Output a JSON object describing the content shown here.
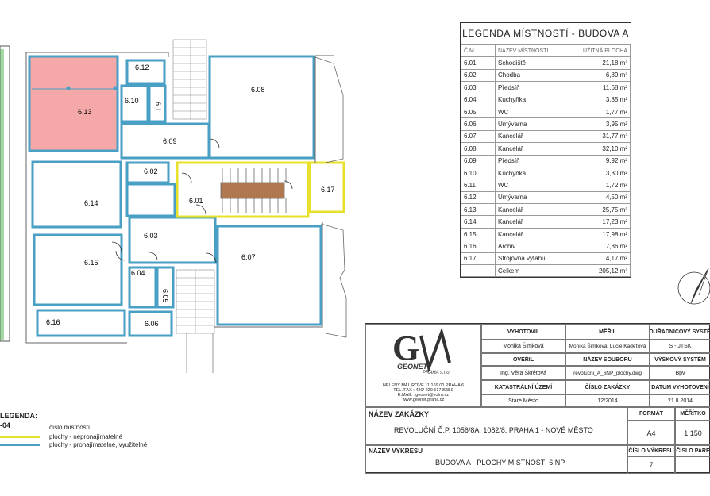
{
  "legend": {
    "title": "LEGENDA MÍSTNOSTÍ - BUDOVA A",
    "headers": [
      "Č.M.",
      "NÁZEV MÍSTNOSTI",
      "UŽITNÁ PLOCHA"
    ],
    "rows": [
      {
        "num": "6.01",
        "name": "Schodiště",
        "area": "21,18 m²"
      },
      {
        "num": "6.02",
        "name": "Chodba",
        "area": "6,89 m²"
      },
      {
        "num": "6.03",
        "name": "Předsíň",
        "area": "11,68 m²"
      },
      {
        "num": "6.04",
        "name": "Kuchyňka",
        "area": "3,85 m²"
      },
      {
        "num": "6.05",
        "name": "WC",
        "area": "1,77 m²"
      },
      {
        "num": "6.06",
        "name": "Umývarna",
        "area": "3,95 m²"
      },
      {
        "num": "6.07",
        "name": "Kancelář",
        "area": "31,77 m²"
      },
      {
        "num": "6.08",
        "name": "Kancelář",
        "area": "32,10 m²"
      },
      {
        "num": "6.09",
        "name": "Předsíň",
        "area": "9,92 m²"
      },
      {
        "num": "6.10",
        "name": "Kuchyňka",
        "area": "3,30 m²"
      },
      {
        "num": "6.11",
        "name": "WC",
        "area": "1,72 m²"
      },
      {
        "num": "6.12",
        "name": "Umývarna",
        "area": "4,50 m²"
      },
      {
        "num": "6.13",
        "name": "Kancelář",
        "area": "25,75 m²"
      },
      {
        "num": "6.14",
        "name": "Kancelář",
        "area": "17,23 m²"
      },
      {
        "num": "6.15",
        "name": "Kancelář",
        "area": "17,98 m²"
      },
      {
        "num": "6.16",
        "name": "Archiv",
        "area": "7,36 m²"
      },
      {
        "num": "6.17",
        "name": "Strojovna výtahu",
        "area": "4,17 m²"
      },
      {
        "num": "",
        "name": "Celkem",
        "area": "205,12 m²"
      }
    ]
  },
  "rooms": {
    "r601": "6.01",
    "r602": "6.02",
    "r603": "6.03",
    "r604": "6.04",
    "r605": "6.05",
    "r606": "6.06",
    "r607": "6.07",
    "r608": "6.08",
    "r609": "6.09",
    "r610": "6.10",
    "r611": "6.11",
    "r612": "6.12",
    "r613": "6.13",
    "r614": "6.14",
    "r615": "6.15",
    "r616": "6.16",
    "r617": "6.17"
  },
  "colors": {
    "yellow": "#e8e02a",
    "blue": "#4a9fc4",
    "pink": "#f4a8a8",
    "wall": "#555555"
  },
  "note": {
    "title": "LEGENDA:",
    "code": "-04",
    "items": [
      "číslo místností",
      "plochy - nepronajímatelné",
      "plochy - pronajímatelné, využitelné"
    ]
  },
  "titleblock": {
    "company_addr": "HELENY MALÍŘOVÉ 11 169 00 PRAHA 6",
    "company_tel": "TEL./FAX : 420/ 220 517 838.9",
    "company_email": "E.MAIL : geonet@volny.cz",
    "company_web": "www.geonet.praha.cz",
    "logo_text": "GEONET",
    "logo_sub": "PRAHA s.r.o.",
    "vyhotovil_h": "VYHOTOVIL",
    "vyhotovil": "Monika Šimková",
    "meril_h": "MĚŘIL",
    "meril": "Monika Šimková, Lucie Kadeťová",
    "souradnicovy_h": "SOUŘADNICOVÝ SYSTÉM",
    "souradnicovy": "S - JTSK",
    "overil_h": "OVĚŘIL",
    "overil": "Ing. Věra Škrétová",
    "soubor_h": "NÁZEV SOUBORU",
    "soubor": "revolucni_A_6NP_plochy.dwg",
    "vyskovy_h": "VÝŠKOVÝ SYSTÉM",
    "vyskovy": "Bpv",
    "katastr_h": "KATASTRÁLNÍ ÚZEMÍ",
    "katastr": "Staré Město",
    "zakazka_h": "ČÍSLO ZAKÁZKY",
    "zakazka": "12/2014",
    "datum_h": "DATUM VYHOTOVENÍ",
    "datum": "21.8.2014",
    "nazev_zakazky_h": "NÁZEV ZAKÁZKY",
    "nazev_zakazky": "REVOLUČNÍ Č.P. 1056/8A, 1082/8, PRAHA 1 - NOVÉ MĚSTO",
    "format_h": "FORMÁT",
    "format": "A4",
    "meritko_h": "MĚŘÍTKO",
    "meritko": "1:150",
    "nazev_vykresu_h": "NÁZEV VÝKRESU",
    "nazev_vykresu": "BUDOVA A - PLOCHY MÍSTNOSTÍ 6.NP",
    "cislo_vykresu_h": "ČÍSLO VÝKRESU",
    "cislo_vykresu": "7",
    "cislo_pare_h": "ČÍSLO PARE"
  }
}
